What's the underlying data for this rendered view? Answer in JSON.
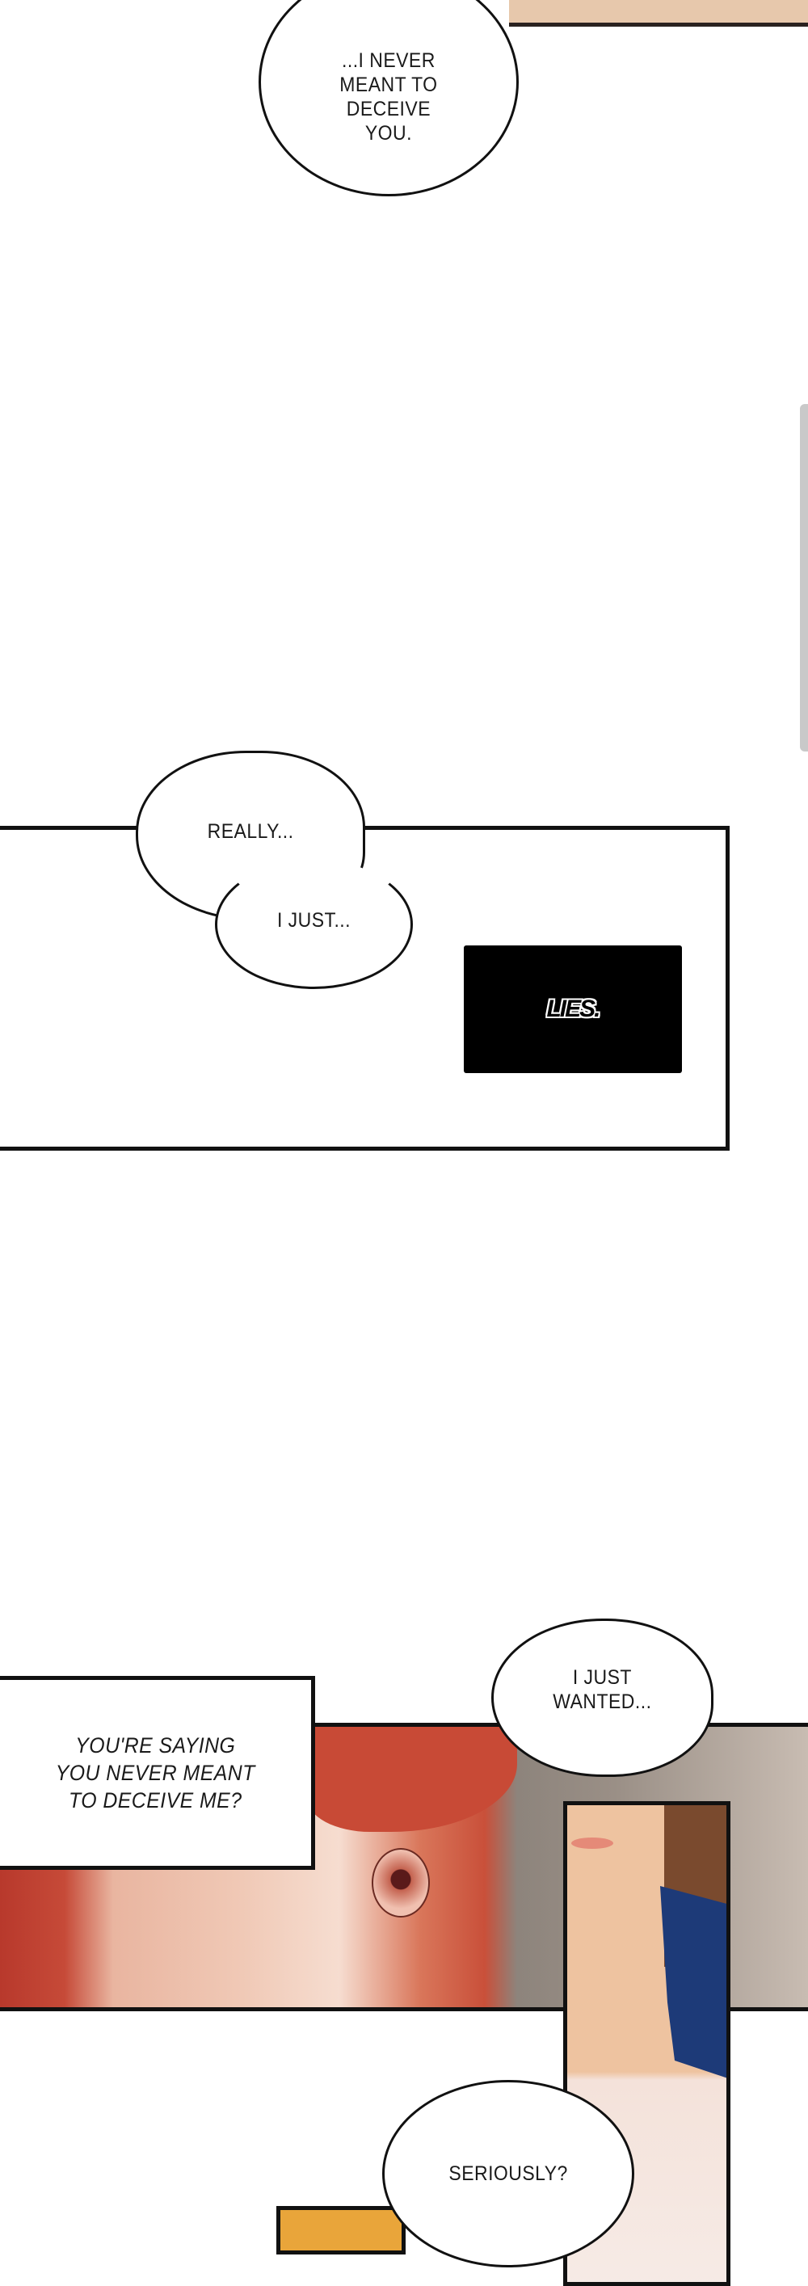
{
  "panels": {
    "top_bubble": "...I NEVER\nMEANT TO\nDECEIVE\nYOU.",
    "really_bubble": "REALLY...",
    "i_just_bubble": "I JUST...",
    "lies_caption": "LIES.",
    "narration_box": "YOU'RE SAYING\nYOU NEVER MEANT\nTO DECEIVE ME?",
    "wanted_bubble": "I JUST\nWANTED...",
    "seriously_bubble": "SERIOUSLY?"
  },
  "colors": {
    "hair": "#c2452f",
    "skin": "#f1d2c0",
    "collar": "#1d3a78",
    "background_grey": "#8a8078",
    "orange": "#e9a53a"
  }
}
